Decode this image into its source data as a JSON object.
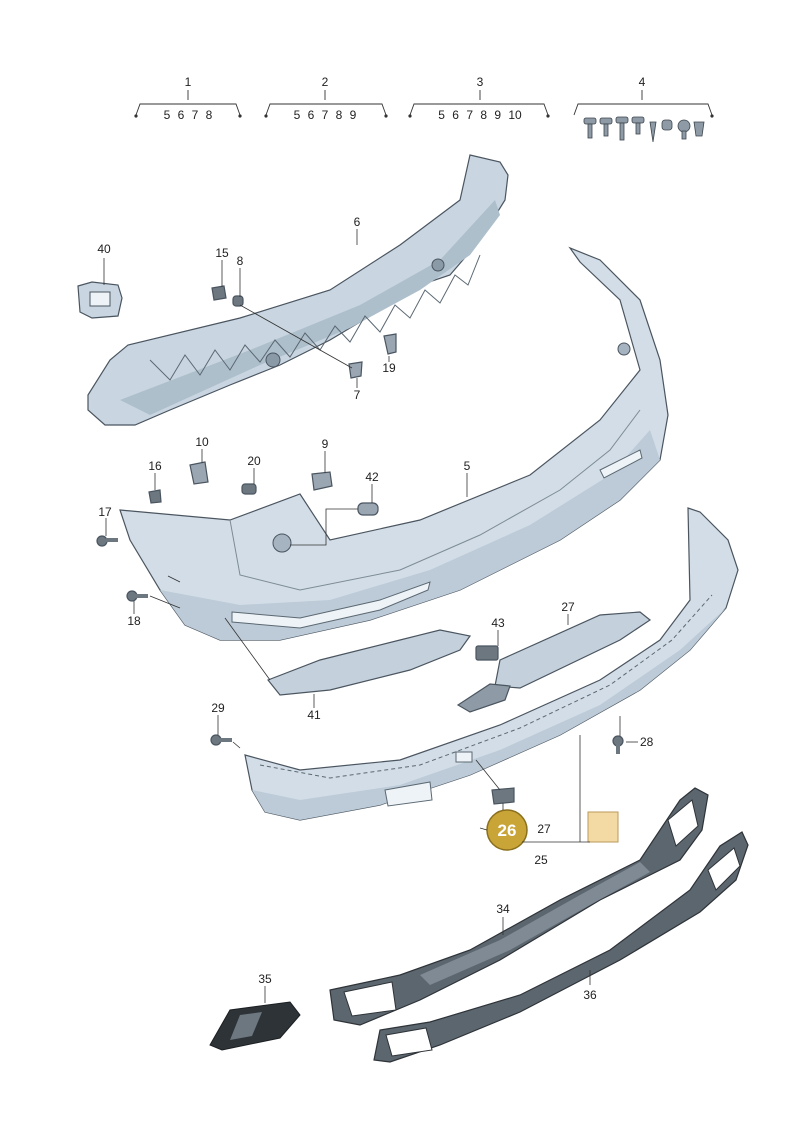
{
  "groups": [
    {
      "number": "1",
      "items": "5 6 7 8"
    },
    {
      "number": "2",
      "items": "5 6 7 8 9"
    },
    {
      "number": "3",
      "items": "5 6 7 8 9 10"
    },
    {
      "number": "4",
      "items": ""
    }
  ],
  "callouts": {
    "c40": "40",
    "c15": "15",
    "c8": "8",
    "c6": "6",
    "c19": "19",
    "c7": "7",
    "c10": "10",
    "c9": "9",
    "c20": "20",
    "c16": "16",
    "c42": "42",
    "c5": "5",
    "c17": "17",
    "c18": "18",
    "c43": "43",
    "c27a": "27",
    "c41": "41",
    "c29": "29",
    "c28": "28",
    "c27b": "27",
    "c25": "25",
    "c34": "34",
    "c35": "35",
    "c36": "36"
  },
  "badge": "26",
  "colors": {
    "part_fill": "#cfdbe6",
    "part_light": "#e4ecf3",
    "part_shadow": "#aebfcc",
    "badge": "#c9a437",
    "badge_border": "#8a6f1c",
    "swatch": "#f3d9a4"
  }
}
